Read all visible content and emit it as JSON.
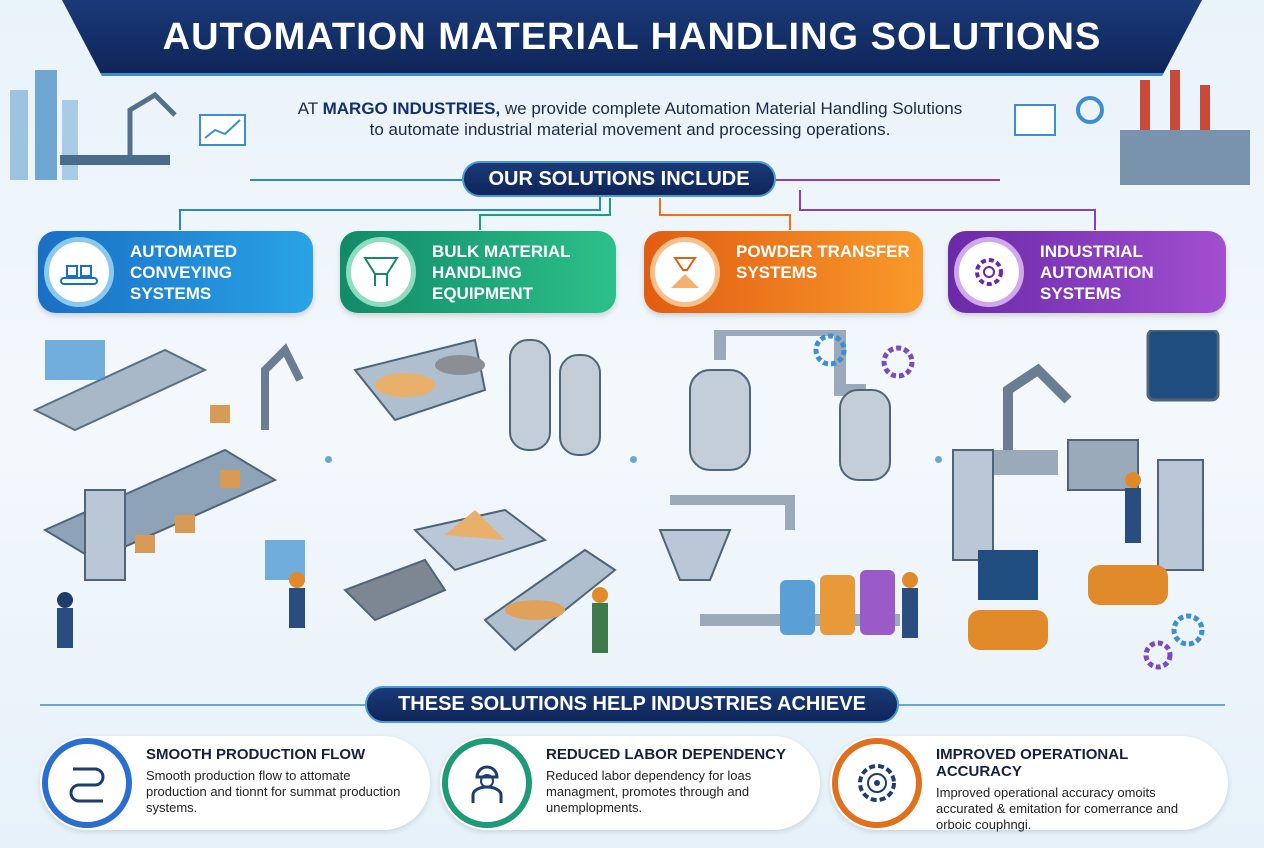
{
  "header": {
    "title": "AUTOMATION MATERIAL HANDLING SOLUTIONS",
    "intro_prefix": "AT ",
    "intro_company": "MARGO INDUSTRIES,",
    "intro_line1": " we provide complete Automation Material Handling Solutions",
    "intro_line2": "to automate industrial material movement and processing operations."
  },
  "solutions_heading": "OUR SOLUTIONS INCLUDE",
  "solutions": [
    {
      "label": "AUTOMATED CONVEYING SYSTEMS",
      "color": "#1f86d6",
      "icon": "conveyor-icon"
    },
    {
      "label": "BULK MATERIAL HANDLING EQUIPMENT",
      "color": "#17a079",
      "icon": "hopper-icon"
    },
    {
      "label": "POWDER TRANSFER SYSTEMS",
      "color": "#f0701a",
      "icon": "powder-funnel-icon"
    },
    {
      "label": "INDUSTRIAL AUTOMATION SYSTEMS",
      "color": "#8a3fc0",
      "icon": "gear-icon"
    }
  ],
  "achieve_heading": "THESE SOLUTIONS HELP INDUSTRIES ACHIEVE",
  "benefits": [
    {
      "title": "SMOOTH PRODUCTION FLOW",
      "text": "Smooth production flow to attomate production and tionnt for summat production systems.",
      "color": "#2a6fd0",
      "icon": "flow-path-icon"
    },
    {
      "title": "REDUCED LABOR DEPENDENCY",
      "text": "Reduced labor dependency for loas managment, promotes through and unemplopments.",
      "color": "#1d9a78",
      "icon": "worker-gear-icon"
    },
    {
      "title": "IMPROVED OPERATIONAL ACCURACY",
      "text": "Improved operational accuracy omoits accurated & emitation for comerrance and orboic couphngi.",
      "color": "#e0701c",
      "icon": "target-gear-icon"
    }
  ]
}
